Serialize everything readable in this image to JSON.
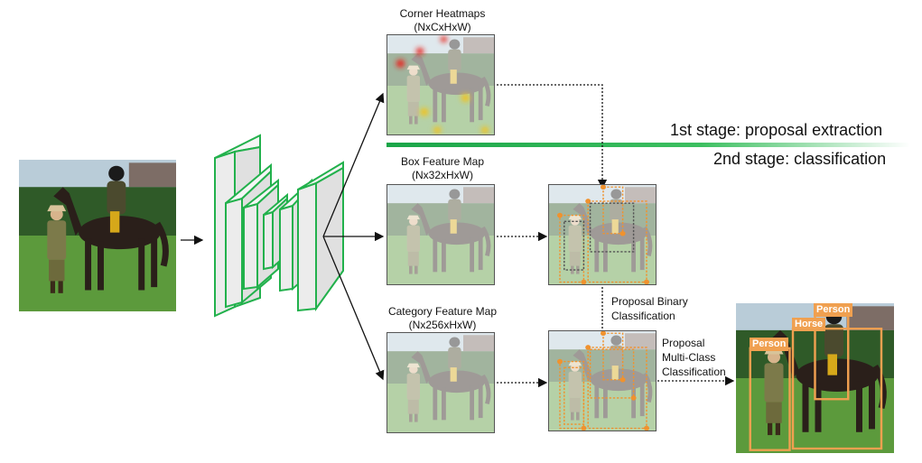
{
  "labels": {
    "corner_title": "Corner Heatmaps",
    "corner_dims": "(NxCxHxW)",
    "box_title": "Box Feature Map",
    "box_dims": "(Nx32xHxW)",
    "category_title": "Category Feature Map",
    "category_dims": "(Nx256xHxW)",
    "binary_line1": "Proposal Binary",
    "binary_line2": "Classification",
    "multi_line1": "Proposal",
    "multi_line2": "Multi-Class",
    "multi_line3": "Classification"
  },
  "stages": {
    "first": "1st stage: proposal extraction",
    "second": "2nd stage: classification"
  },
  "detections": {
    "person_left": "Person",
    "horse": "Horse",
    "person_rider": "Person"
  },
  "colors": {
    "network_green": "#22b14c",
    "stage_line": "#1aa548",
    "proposal_orange": "#f0922e",
    "tag_orange": "#f0a050",
    "grass": "#5c9a3c",
    "hedge": "#2f5a28",
    "horse": "#2a1f1a",
    "heat_red": "#e8231a",
    "heat_yellow": "#f2c21a"
  }
}
